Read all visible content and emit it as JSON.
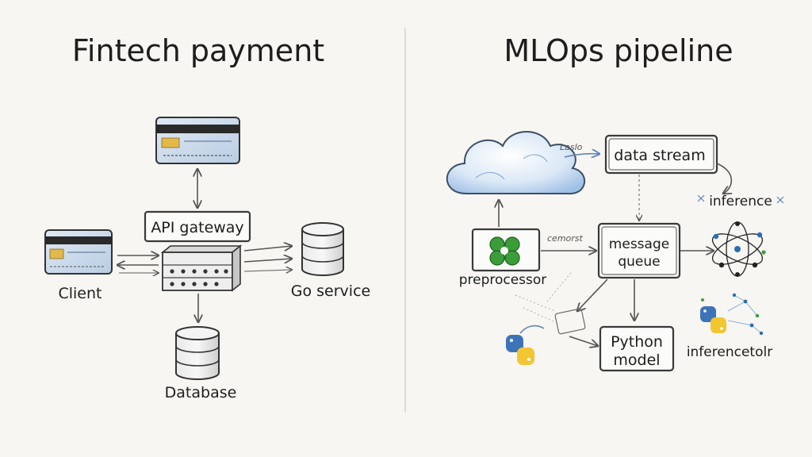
{
  "left_panel": {
    "title": "Fintech payment",
    "nodes": {
      "client": "Client",
      "api_gateway": "API gateway",
      "go_service": "Go service",
      "database": "Database"
    }
  },
  "right_panel": {
    "title": "MLOps pipeline",
    "nodes": {
      "data_stream": "data stream",
      "inference": "inference",
      "message_queue_line1": "message",
      "message_queue_line2": "queue",
      "preprocessor": "preprocessor",
      "python_model_line1": "Python",
      "python_model_line2": "model",
      "inference_tool": "inferencetolr"
    },
    "edge_labels": {
      "cloud_to_stream": "Laslo",
      "preprocessor_to_queue": "cemorst"
    }
  },
  "colors": {
    "ink": "#1d1d1d",
    "cloud_blue": "#9fc0e6",
    "python_blue": "#3d74b8",
    "python_yellow": "#f2c633",
    "neural_accent": "#2a6db5",
    "preprocessor_green": "#3a9d3a"
  }
}
